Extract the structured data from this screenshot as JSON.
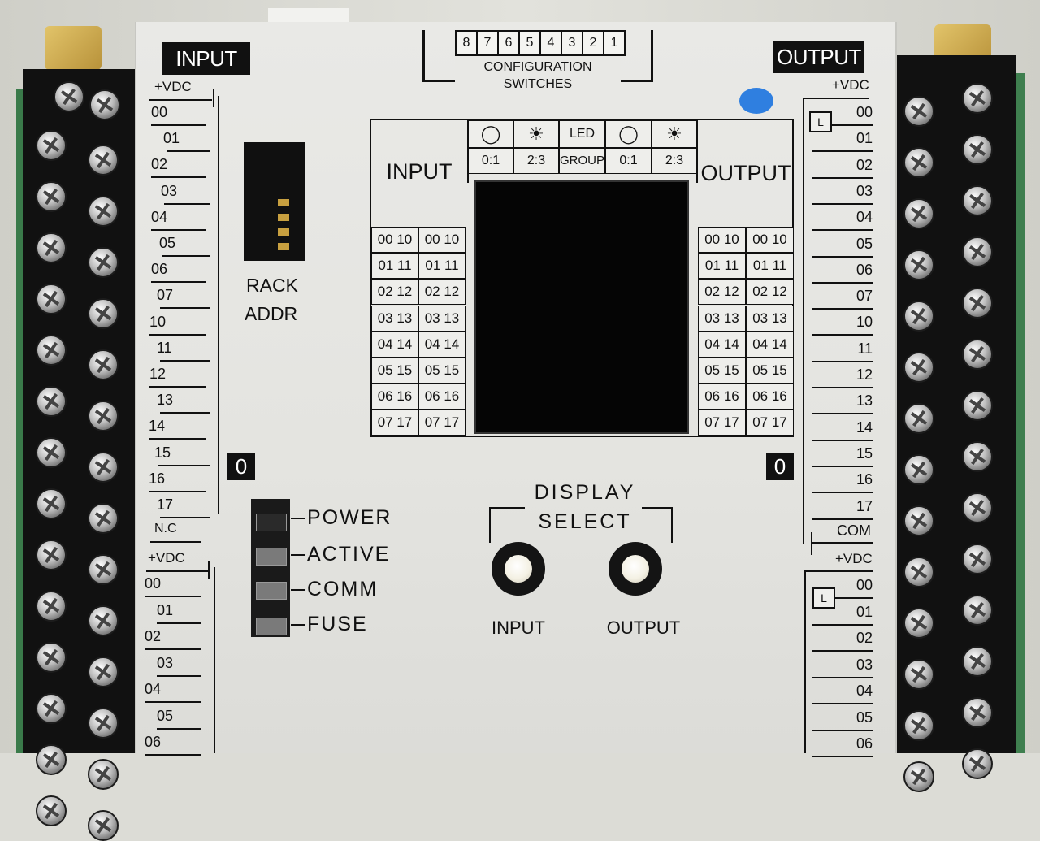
{
  "headers": {
    "input": "INPUT",
    "output": "OUTPUT"
  },
  "config": {
    "numbers": [
      "8",
      "7",
      "6",
      "5",
      "4",
      "3",
      "2",
      "1"
    ],
    "line1": "CONFIGURATION",
    "line2": "SWITCHES"
  },
  "rack": {
    "line1": "RACK",
    "line2": "ADDR"
  },
  "vdc": "+VDC",
  "nc": "N.C",
  "com": "COM",
  "left_terminals": [
    "00",
    "01",
    "02",
    "03",
    "04",
    "05",
    "06",
    "07",
    "10",
    "11",
    "12",
    "13",
    "14",
    "15",
    "16",
    "17"
  ],
  "left_terminals_lower": [
    "00",
    "01",
    "02",
    "03",
    "04",
    "05",
    "06"
  ],
  "right_terminals": [
    "00",
    "01",
    "02",
    "03",
    "04",
    "05",
    "06",
    "07",
    "10",
    "11",
    "12",
    "13",
    "14",
    "15",
    "16",
    "17"
  ],
  "right_terminals_lower": [
    "00",
    "01",
    "02",
    "03",
    "04",
    "05",
    "06"
  ],
  "l_label": "L",
  "zero_label": "0",
  "led_table": {
    "input": "INPUT",
    "output": "OUTPUT",
    "led": "LED",
    "group": "GROUP",
    "grp_a": "0:1",
    "grp_b": "2:3",
    "rows": [
      "00 10",
      "01 11",
      "02 12",
      "03 13",
      "04 14",
      "05 15",
      "06 16",
      "07 17"
    ]
  },
  "status_leds": [
    "POWER",
    "ACTIVE",
    "COMM",
    "FUSE"
  ],
  "display_select": {
    "line1": "DISPLAY",
    "line2": "SELECT",
    "input": "INPUT",
    "output": "OUTPUT"
  }
}
